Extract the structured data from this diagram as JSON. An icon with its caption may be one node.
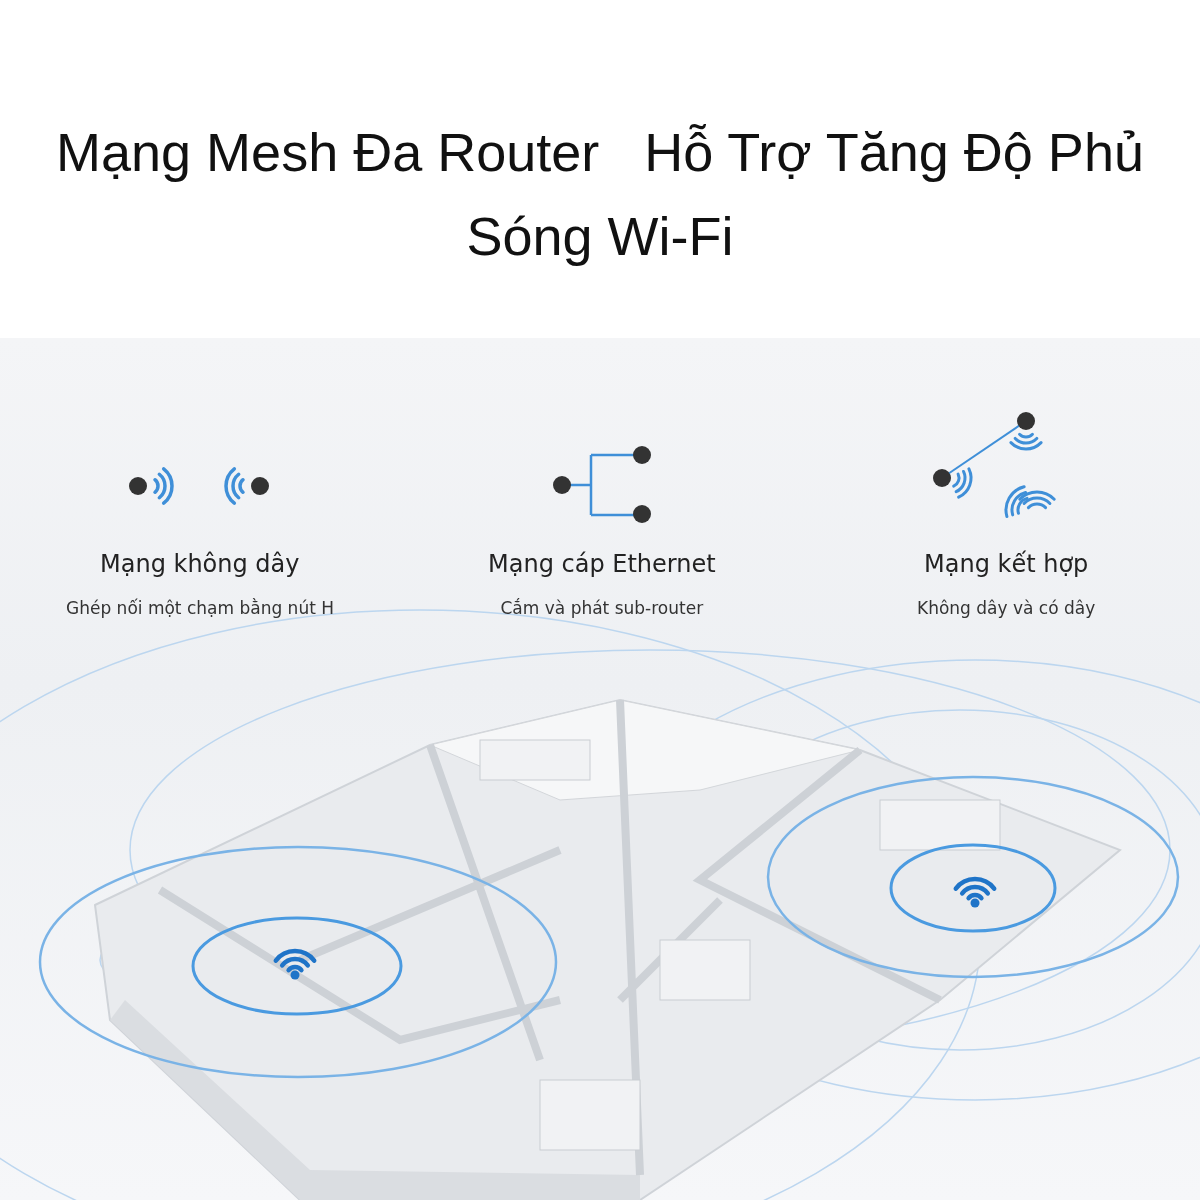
{
  "diagram": {
    "title": "Mạng Mesh Đa Router   Hỗ Trợ Tăng Độ Phủ Sóng Wi-Fi",
    "labels": [
      "Mạng không dây",
      "Mạng cáp Ethernet",
      "Mạng kết hợp",
      "Ghép nối một chạm bằng nút H",
      "Cắm và phát sub-router",
      "Không dây và có dây"
    ]
  }
}
